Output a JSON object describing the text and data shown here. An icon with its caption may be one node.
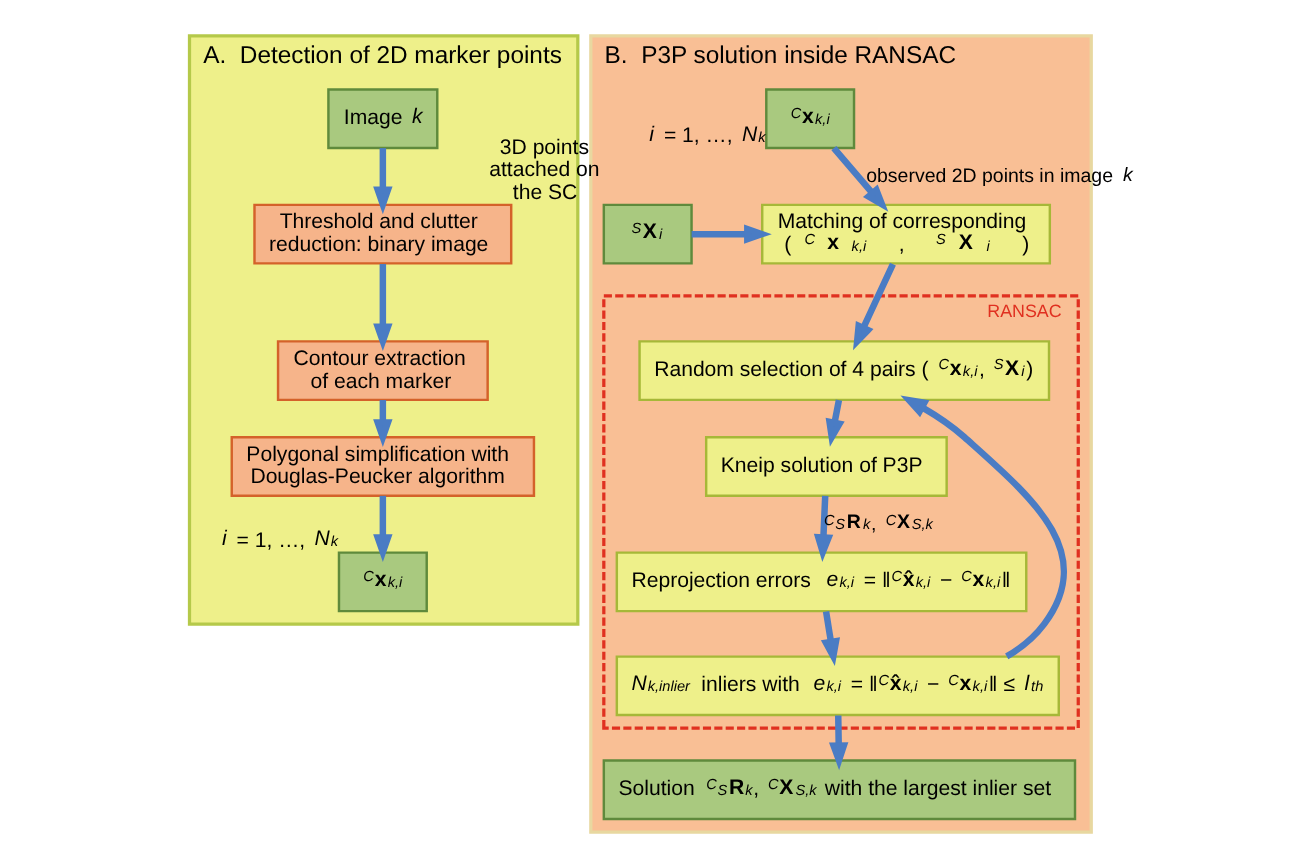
{
  "diagram": {
    "nodes": [
      {
        "text": [
          "A.  Detection of 2D marker points"
        ]
      },
      {
        "text": [
          "Image *k*"
        ],
        "in": 0
      },
      {
        "text": [
          "Threshold and clutter reduction: binary image"
        ],
        "in": 0
      },
      {
        "text": [
          "Contour extraction of each marker"
        ],
        "in": 0
      },
      {
        "text": [
          "Polygonal simplification with Douglas-Peucker algorithm"
        ],
        "in": 0
      },
      {
        "text": [
          "$^{C}$**x**$_{k,i}$"
        ],
        "in": 0,
        "beside": [
          "*i* = 1, …, *N*$_{k}$"
        ]
      },
      {
        "text": [
          "B.  P3P solution inside RANSAC"
        ]
      },
      {
        "text": [
          "$^{C}$**x**$_{k,i}$"
        ],
        "in": 6,
        "beside": [
          "*i* = 1, …, *N*$_{k}$"
        ]
      },
      {
        "text": [
          "$^{S}$**X**$_{i}$"
        ],
        "in": 6,
        "beside": [
          "3D points attached on the SC"
        ]
      },
      {
        "text": [
          "Matching of corresponding ($^{C}$**x**$_{k,i}$ , $^{S}$**X**$_{i}$ )"
        ],
        "in": 6
      },
      {
        "text": [
          "RANSAC"
        ],
        "in": 6
      },
      {
        "text": [
          "Random selection of 4 pairs ($^{C}$**x**$_{k,i}$, $^{S}$**X**$_{i}$)"
        ],
        "in": 10
      },
      {
        "text": [
          "Kneip solution of P3P"
        ],
        "in": 10
      },
      {
        "text": [
          "Reprojection errors *e*$_{k,i}$ = ‖$^{C}$**x̂**$_{k,i}$ − $^{C}$**x**$_{k,i}$‖"
        ],
        "in": 10
      },
      {
        "text": [
          "*N*$_{k,inlier}$ inliers with *e*$_{k,i}$ = ‖$^{C}$**x̂**$_{k,i}$ − $^{C}$**x**$_{k,i}$‖ ≤ *l*$_{th}$"
        ],
        "in": 10
      },
      {
        "text": [
          "Solution $^{C}$$_{S}$**R**$_{k}$, $^{C}$**X**$_{S,k}$ with the largest inlier set"
        ],
        "in": 6
      }
    ],
    "edges": [
      {
        "from": 1,
        "to": 2,
        "arrow": "to"
      },
      {
        "from": 2,
        "to": 3,
        "arrow": "to"
      },
      {
        "from": 3,
        "to": 4,
        "arrow": "to"
      },
      {
        "from": 4,
        "to": 5,
        "arrow": "to"
      },
      {
        "from": 7,
        "to": 9,
        "arrow": "to",
        "label": "observed 2D points in image *k*"
      },
      {
        "from": 8,
        "to": 9,
        "arrow": "to"
      },
      {
        "from": 9,
        "to": 11,
        "arrow": "to"
      },
      {
        "from": 11,
        "to": 12,
        "arrow": "to"
      },
      {
        "from": 12,
        "to": 13,
        "arrow": "to",
        "label": "$^{C}$$_{S}$**R**$_{k}$, $^{C}$**X**$_{S,k}$"
      },
      {
        "from": 13,
        "to": 14,
        "arrow": "to"
      },
      {
        "from": 14,
        "to": 11,
        "arrow": "to"
      },
      {
        "from": 14,
        "to": 15,
        "arrow": "to"
      }
    ]
  }
}
